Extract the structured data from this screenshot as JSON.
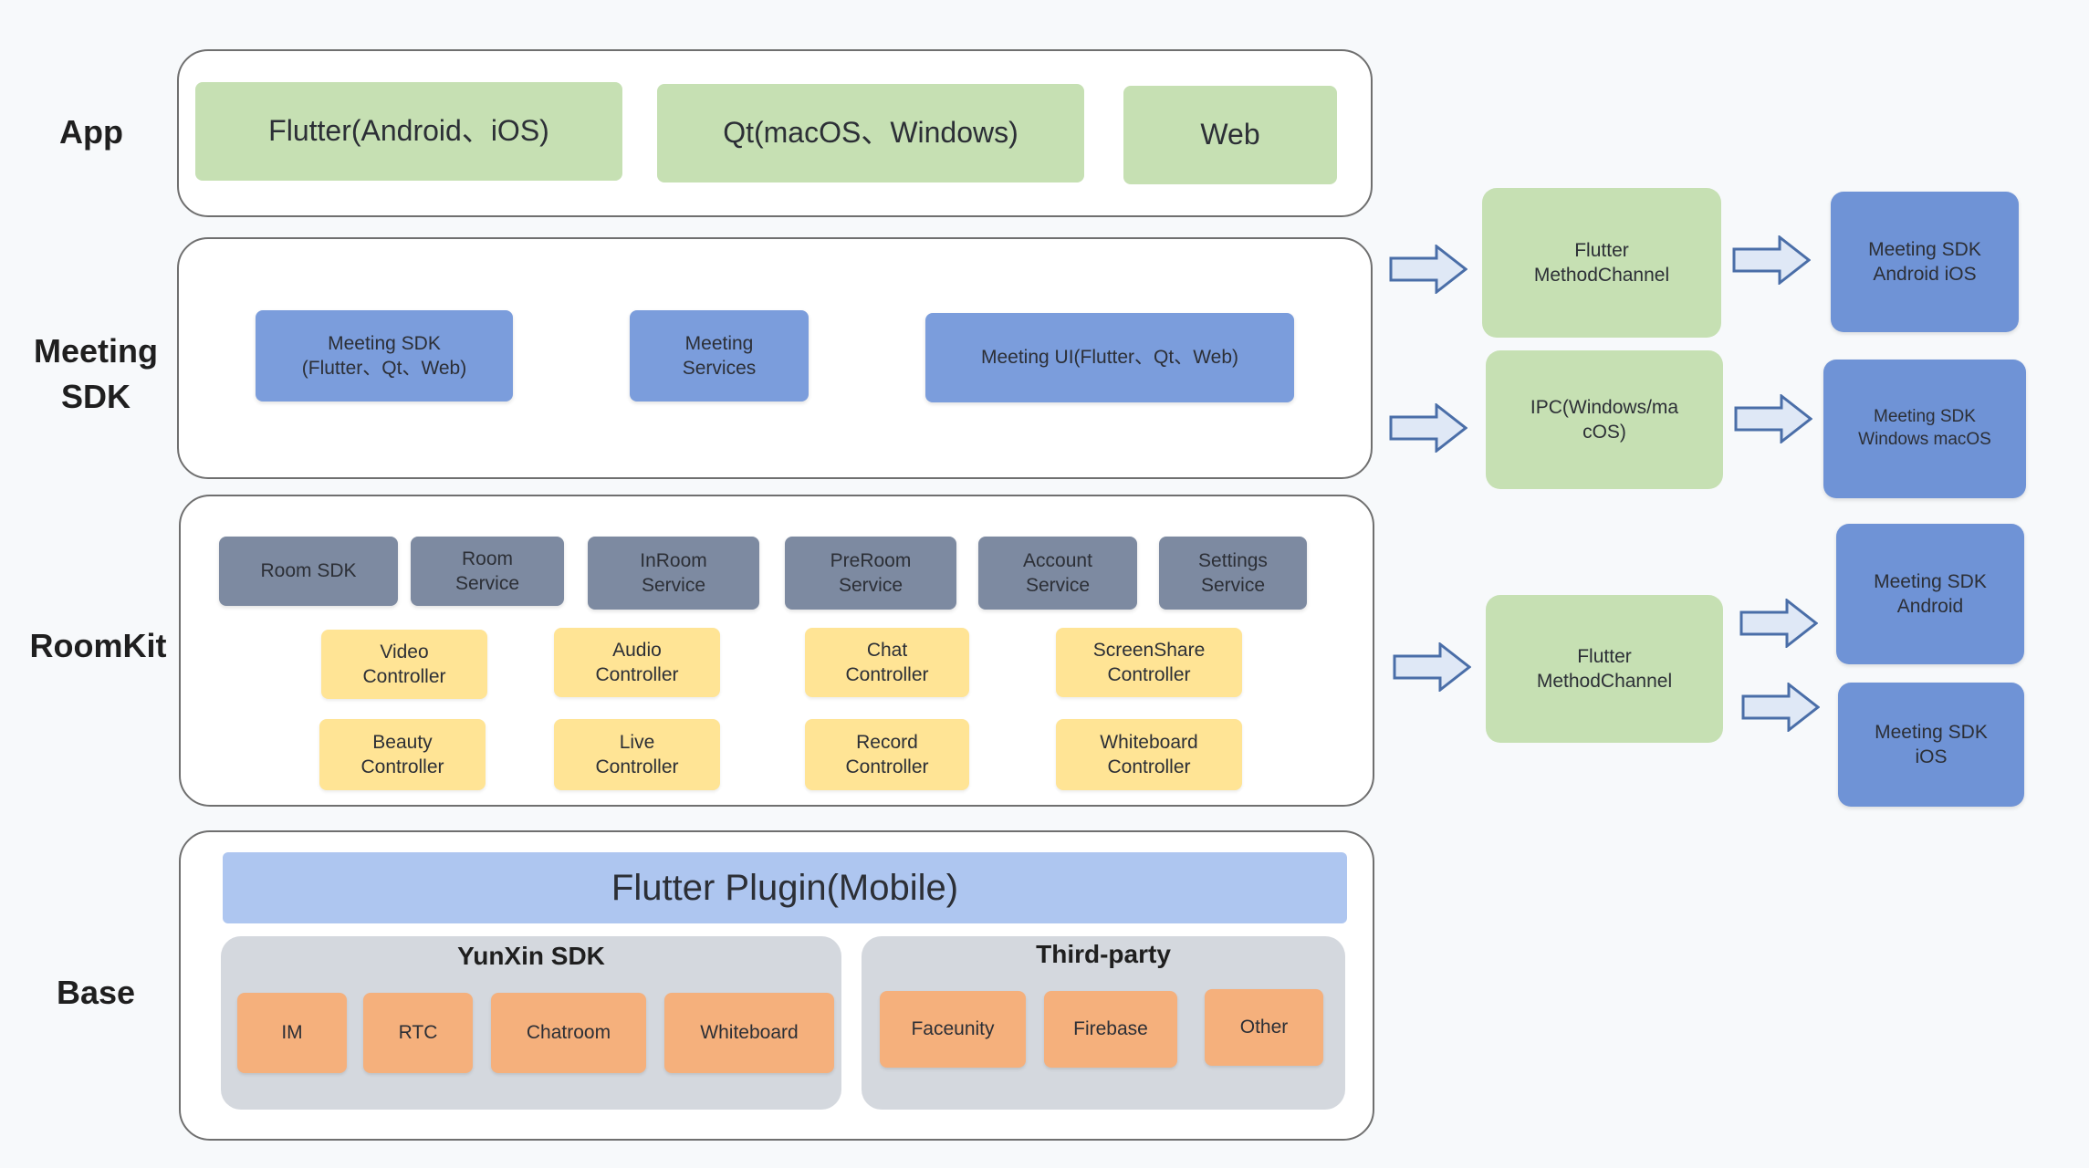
{
  "layers": {
    "app": "App",
    "meeting_sdk": "Meeting\nSDK",
    "roomkit": "RoomKit",
    "base": "Base"
  },
  "app": {
    "flutter": "Flutter(Android、iOS)",
    "qt": "Qt(macOS、Windows)",
    "web": "Web"
  },
  "meeting_sdk": {
    "sdk": "Meeting SDK\n(Flutter、Qt、Web)",
    "services": "Meeting\nServices",
    "ui": "Meeting UI(Flutter、Qt、Web)"
  },
  "roomkit": {
    "services": [
      "Room SDK",
      "Room\nService",
      "InRoom\nService",
      "PreRoom\nService",
      "Account\nService",
      "Settings\nService"
    ],
    "controllers_row1": [
      "Video\nController",
      "Audio\nController",
      "Chat\nController",
      "ScreenShare\nController"
    ],
    "controllers_row2": [
      "Beauty\nController",
      "Live\nController",
      "Record\nController",
      "Whiteboard\nController"
    ]
  },
  "base": {
    "plugin": "Flutter Plugin(Mobile)",
    "yunxin_title": "YunXin SDK",
    "yunxin_items": [
      "IM",
      "RTC",
      "Chatroom",
      "Whiteboard"
    ],
    "third_title": "Third-party",
    "third_items": [
      "Faceunity",
      "Firebase",
      "Other"
    ]
  },
  "right": {
    "channel1": "Flutter\nMethodChannel",
    "ipc": "IPC(Windows/ma\ncOS)",
    "channel2": "Flutter\nMethodChannel",
    "sdk_android_ios": "Meeting SDK\nAndroid iOS",
    "sdk_windows_macos": "Meeting SDK\nWindows macOS",
    "sdk_android": "Meeting SDK\nAndroid",
    "sdk_ios": "Meeting SDK\niOS"
  },
  "colors": {
    "green": "#c6e0b3",
    "blue": "#7b9ddc",
    "slate": "#7d8aa1",
    "yellow": "#ffe495",
    "orange": "#f5b07c",
    "plugin": "#aec6f0"
  }
}
